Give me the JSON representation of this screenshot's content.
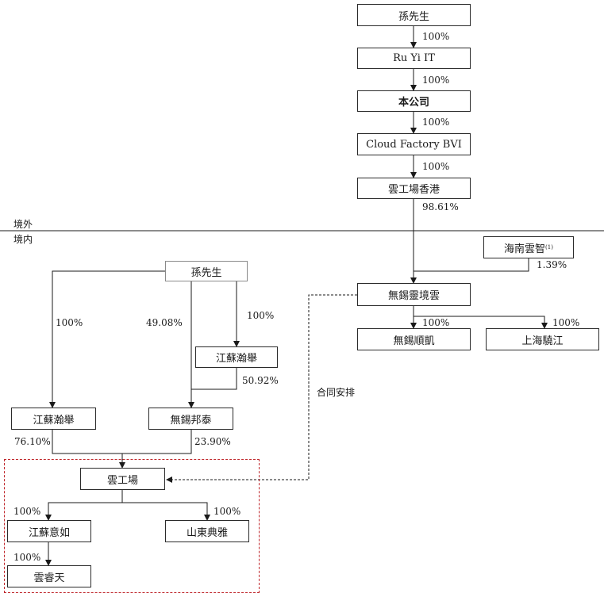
{
  "regions": {
    "offshore": "境外",
    "onshore": "境内"
  },
  "entities": {
    "mr_sun_top": "孫先生",
    "ruyi_it": "Ru Yi IT",
    "company": "本公司",
    "cloud_factory_bvi": "Cloud Factory BVI",
    "ygc_hk": "雲工場香港",
    "hainan_yunzhi": "海南雲智",
    "hainan_note": "(1)",
    "wuxi_lingjing": "無錫靈境雲",
    "wuxi_shunkai": "無錫順凱",
    "shanghai_xiaojiang": "上海驍江",
    "mr_sun_domestic": "孫先生",
    "jiangsu_hanju_upper": "江蘇瀚舉",
    "jiangsu_hanju_lower": "江蘇瀚舉",
    "wuxi_bangtai": "無錫邦泰",
    "yungongchang": "雲工場",
    "jiangsu_yiru": "江蘇意如",
    "shandong_dianya": "山東典雅",
    "yunchuntian": "雲睿天"
  },
  "percentages": {
    "sun_to_ruyi": "100%",
    "ruyi_to_company": "100%",
    "company_to_bvi": "100%",
    "bvi_to_hk": "100%",
    "hk_to_lingjing": "98.61%",
    "hainan_to_lingjing": "1.39%",
    "lingjing_to_shunkai": "100%",
    "lingjing_to_xiaojiang": "100%",
    "sun_to_hanju_lower": "100%",
    "sun_to_bangtai": "49.08%",
    "sun_to_hanju_upper": "100%",
    "hanju_upper_to_bangtai": "50.92%",
    "hanju_lower_to_ygc": "76.10%",
    "bangtai_to_ygc": "23.90%",
    "ygc_to_yiru": "100%",
    "ygc_to_dianya": "100%",
    "yiru_to_yunchuntian": "100%"
  },
  "contractual_label": "合同安排"
}
